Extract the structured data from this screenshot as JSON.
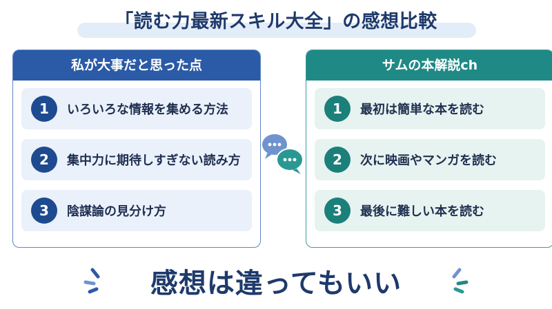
{
  "title": "「読む力最新スキル大全」の感想比較",
  "left_panel": {
    "heading": "私が大事だと思った点",
    "items": [
      {
        "num": "1",
        "text": "いろいろな情報を集める方法"
      },
      {
        "num": "2",
        "text": "集中力に期待しすぎない読み方"
      },
      {
        "num": "3",
        "text": "陰謀論の見分け方"
      }
    ]
  },
  "right_panel": {
    "heading": "サムの本解説ch",
    "items": [
      {
        "num": "1",
        "text": "最初は簡単な本を読む"
      },
      {
        "num": "2",
        "text": "次に映画やマンガを読む"
      },
      {
        "num": "3",
        "text": "最後に難しい本を読む"
      }
    ]
  },
  "bottom_text": "感想は違ってもいい",
  "icons": {
    "center": "chat-bubbles-icon",
    "decor_left": "sparkle-lines-icon",
    "decor_right": "sparkle-lines-icon"
  },
  "colors": {
    "navy": "#1e3a6b",
    "blue": "#2b5aa6",
    "teal": "#1f8a85"
  }
}
